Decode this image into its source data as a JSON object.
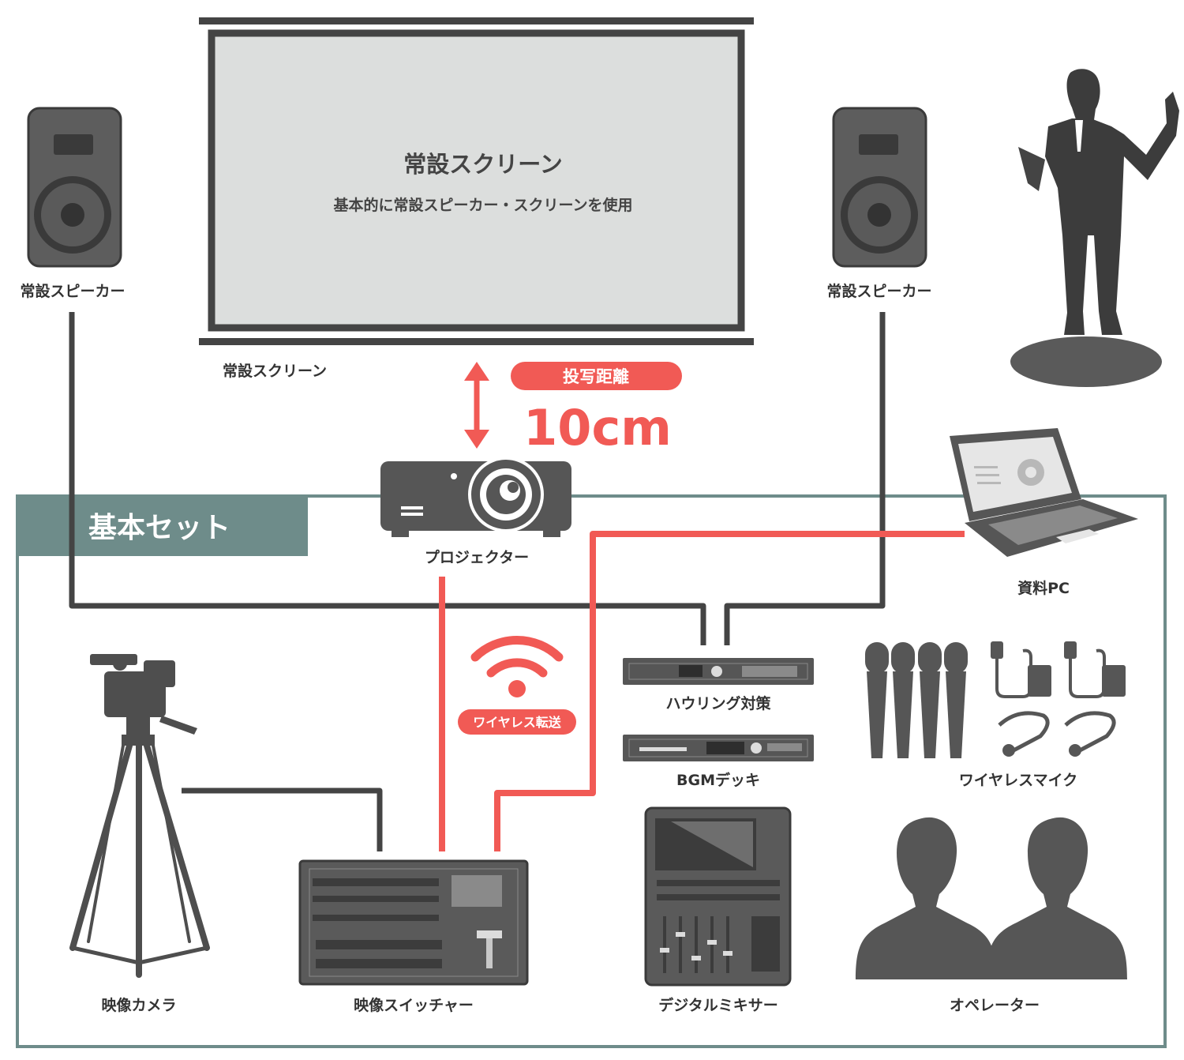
{
  "screen": {
    "title": "常設スクリーン",
    "subtitle": "基本的に常設スピーカー・スクリーンを使用",
    "label": "常設スクリーン"
  },
  "projection": {
    "badge": "投写距離",
    "distance": "10cm"
  },
  "basic_set": {
    "title": "基本セット"
  },
  "wireless": {
    "label": "ワイヤレス転送"
  },
  "labels": {
    "speaker_left": "常設スピーカー",
    "speaker_right": "常設スピーカー",
    "projector": "プロジェクター",
    "pc": "資料PC",
    "howling": "ハウリング対策",
    "bgm": "BGMデッキ",
    "wireless_mic": "ワイヤレスマイク",
    "camera": "映像カメラ",
    "switcher": "映像スイッチャー",
    "mixer": "デジタルミキサー",
    "operator": "オペレーター"
  },
  "colors": {
    "device": "#565656",
    "dark_line": "#444444",
    "accent": "#f15a55",
    "panel": "#6e8c8a",
    "screen_fill": "#dcdedd"
  }
}
